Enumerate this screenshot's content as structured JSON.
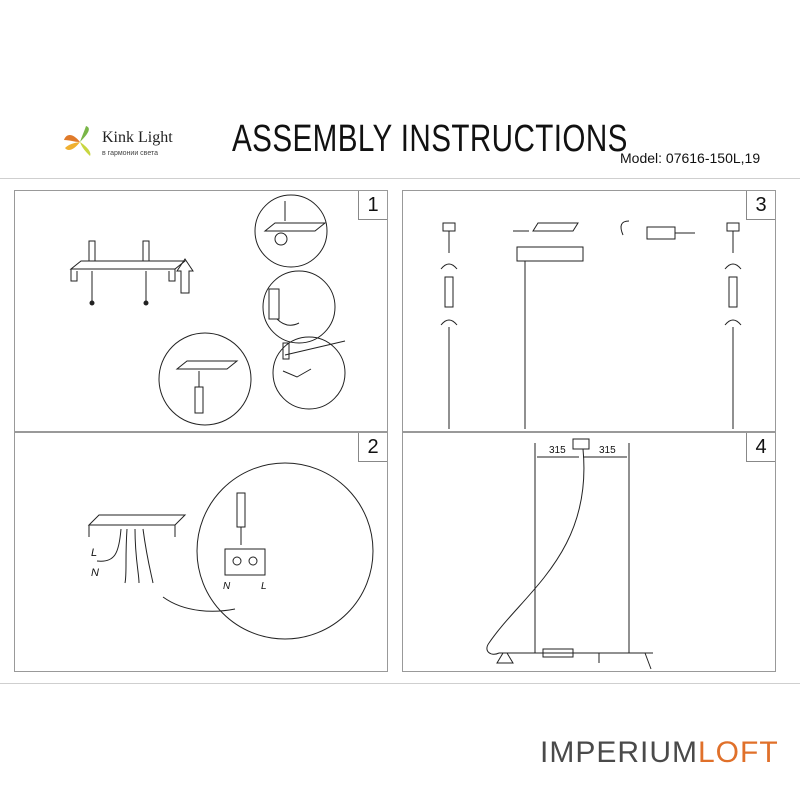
{
  "header": {
    "brand_name": "Kink Light",
    "brand_tagline": "в гармонии света",
    "title": "ASSEMBLY INSTRUCTIONS",
    "model": "Model: 07616-150L,19"
  },
  "steps": [
    {
      "number": "1"
    },
    {
      "number": "2",
      "labels": {
        "live": "L",
        "neutral": "N",
        "term_n": "N",
        "term_l": "L"
      }
    },
    {
      "number": "3"
    },
    {
      "number": "4",
      "dimensions": {
        "left": "315",
        "right": "315"
      }
    }
  ],
  "watermark": {
    "part1": "IMPERIUM",
    "part2": "LOFT"
  },
  "colors": {
    "watermark_gray": "#4a4a4a",
    "watermark_orange": "#e0702a",
    "line": "#222222"
  }
}
